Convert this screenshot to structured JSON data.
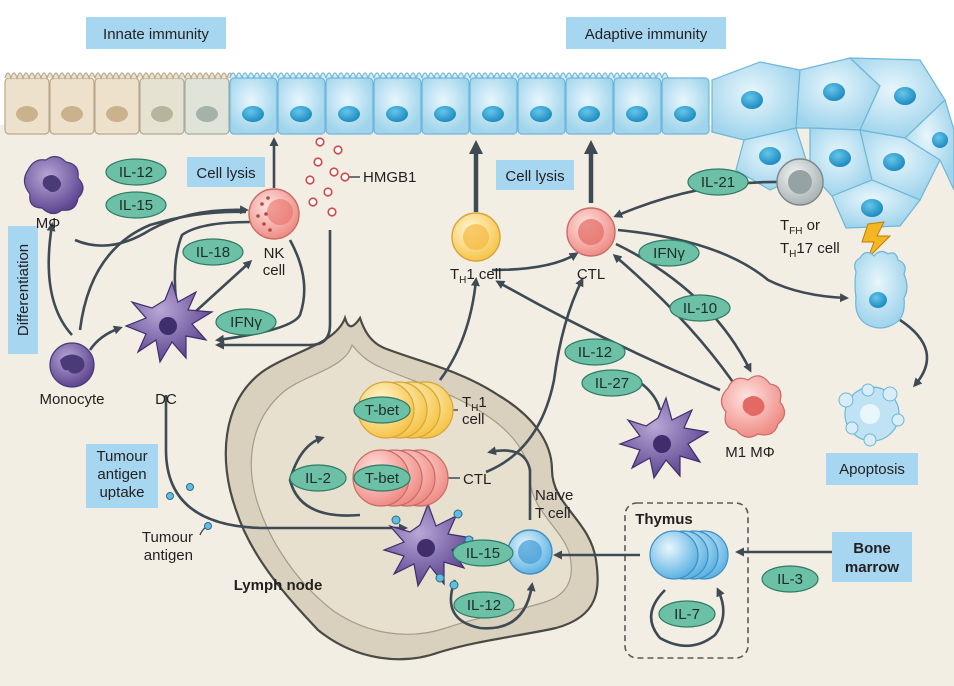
{
  "headers": {
    "innate": "Innate immunity",
    "adaptive": "Adaptive immunity"
  },
  "boxes": {
    "cell_lysis_left": "Cell lysis",
    "cell_lysis_right": "Cell lysis",
    "differentiation": "Differentiation",
    "tumour_antigen_uptake_1": "Tumour",
    "tumour_antigen_uptake_2": "antigen",
    "tumour_antigen_uptake_3": "uptake",
    "apoptosis": "Apoptosis",
    "bone_marrow_1": "Bone",
    "bone_marrow_2": "marrow"
  },
  "cytokines": {
    "il12_top": "IL-12",
    "il15_top": "IL-15",
    "il18": "IL-18",
    "ifng_left": "IFNγ",
    "il21": "IL-21",
    "ifng_right": "IFNγ",
    "il10": "IL-10",
    "il12_mid": "IL-12",
    "il27": "IL-27",
    "il2": "IL-2",
    "tbet_th1": "T-bet",
    "tbet_ctl": "T-bet",
    "il15_ln": "IL-15",
    "il12_ln": "IL-12",
    "il7": "IL-7",
    "il3": "IL-3"
  },
  "labels": {
    "hmgb1": "HMGB1",
    "macrophage": "MΦ",
    "nk_cell_1": "NK",
    "nk_cell_2": "cell",
    "monocyte": "Monocyte",
    "dc": "DC",
    "th1_cell_T": "T",
    "th1_cell_H": "H",
    "th1_cell_rest": "1 cell",
    "ctl": "CTL",
    "tfh_T": "T",
    "tfh_FH": "FH",
    "tfh_or": " or",
    "th17_T": "T",
    "th17_H": "H",
    "th17_rest": "17 cell",
    "m1_macrophage": "M1 MΦ",
    "ln_th1_T": "T",
    "ln_th1_H": "H",
    "ln_th1_1": "1",
    "ln_th1_cell": "cell",
    "ln_ctl": "CTL",
    "naive_1": "Naive",
    "naive_2": "T cell",
    "tumour_antigen_1": "Tumour",
    "tumour_antigen_2": "antigen",
    "lymph_node": "Lymph node",
    "thymus": "Thymus"
  }
}
